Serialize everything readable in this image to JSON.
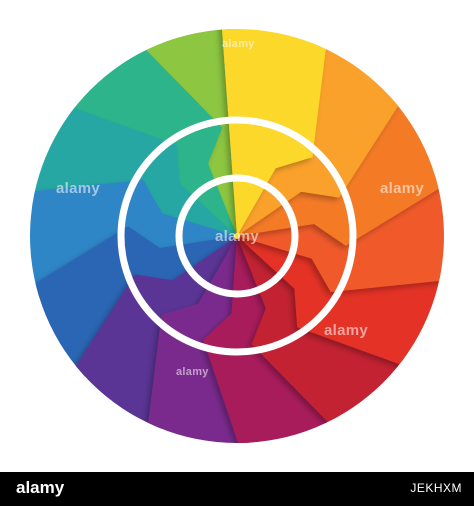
{
  "colors": {
    "segments": [
      "#fcd82a",
      "#f9a12a",
      "#f47a25",
      "#f05a2a",
      "#e43028",
      "#c32030",
      "#a81e5c",
      "#7a2c8c",
      "#5a3495",
      "#2b66b4",
      "#2f86c6",
      "#25a7a4",
      "#2fb48b",
      "#8dc63f"
    ],
    "ring": "#ffffff",
    "footer_bg": "#000000",
    "footer_text": "#ffffff"
  },
  "watermark": {
    "text": "alamy"
  },
  "footer": {
    "brand": "alamy",
    "code": "JEKHXM"
  }
}
